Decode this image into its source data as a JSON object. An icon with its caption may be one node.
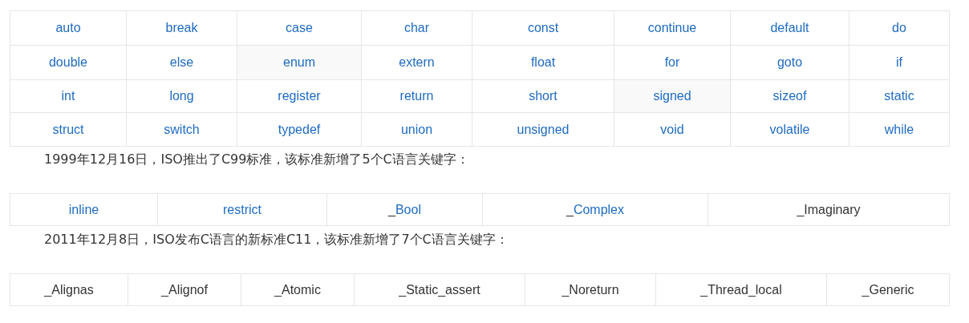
{
  "diagram": {
    "labels": [
      "auto",
      "break",
      "case",
      "char",
      "const",
      "continue",
      "default",
      "do",
      "double",
      "else",
      "enum",
      "extern",
      "float",
      "for",
      "goto",
      "if",
      "int",
      "long",
      "register",
      "return",
      "short",
      "signed",
      "sizeof",
      "static",
      "struct",
      "switch",
      "typedef",
      "union",
      "unsigned",
      "void",
      "volatile",
      "while",
      "1999年12月16日，ISO推出了C99标准，该标准新增了5个C语言关键字：",
      "inline",
      "restrict",
      "_Bool",
      "_Complex",
      "_Imaginary",
      "2011年12月8日，ISO发布C语言的新标准C11，该标准新增了7个C语言关键字：",
      "_Alignas",
      "_Alignof",
      "_Atomic",
      "_Static_assert",
      "_Noreturn",
      "_Thread_local",
      "_Generic"
    ]
  }
}
